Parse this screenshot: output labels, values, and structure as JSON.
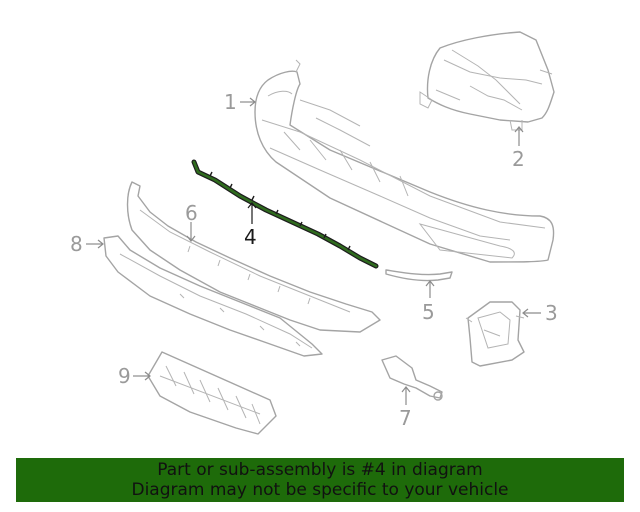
{
  "diagram": {
    "callouts": [
      {
        "id": "1",
        "label": "1",
        "active": false
      },
      {
        "id": "2",
        "label": "2",
        "active": false
      },
      {
        "id": "3",
        "label": "3",
        "active": false
      },
      {
        "id": "4",
        "label": "4",
        "active": true
      },
      {
        "id": "5",
        "label": "5",
        "active": false
      },
      {
        "id": "6",
        "label": "6",
        "active": false
      },
      {
        "id": "7",
        "label": "7",
        "active": false
      },
      {
        "id": "8",
        "label": "8",
        "active": false
      },
      {
        "id": "9",
        "label": "9",
        "active": false
      }
    ]
  },
  "banner": {
    "line1": "Part or sub-assembly is #4 in diagram",
    "line2": "Diagram may not be specific to your vehicle",
    "background": "#1e6b0a"
  },
  "colors": {
    "highlight_part": "#2f6b1e",
    "line_art": "#a4a4a4",
    "callout_text": "#9a9a9a"
  }
}
